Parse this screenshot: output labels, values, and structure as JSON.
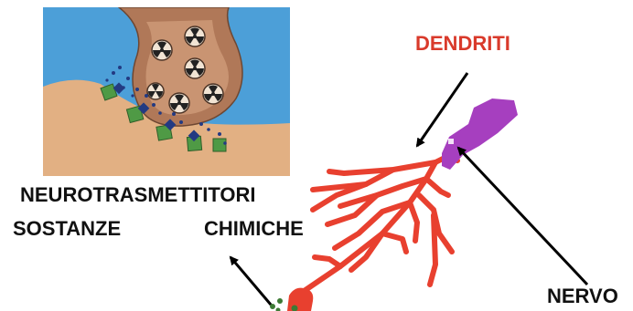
{
  "labels": {
    "dendriti": "DENDRITI",
    "nervo": "NERVO",
    "neurotrasmettitori": "NEUROTRASMETTITORI",
    "sostanze": "SOSTANZE",
    "chimiche": "CHIMICHE"
  },
  "colors": {
    "dendrite": "#e8402f",
    "nerve": "#a63fbf",
    "dendriti_label": "#d93a2b",
    "synapse_bg": "#4c9fd8",
    "terminal": "#b07858",
    "postsynaptic": "#e2b083",
    "receptor_green": "#4f9a45",
    "neurotransmitter_blue": "#233a82"
  },
  "icons": [
    "radiation-vesicle-icon",
    "arrow-icon"
  ]
}
